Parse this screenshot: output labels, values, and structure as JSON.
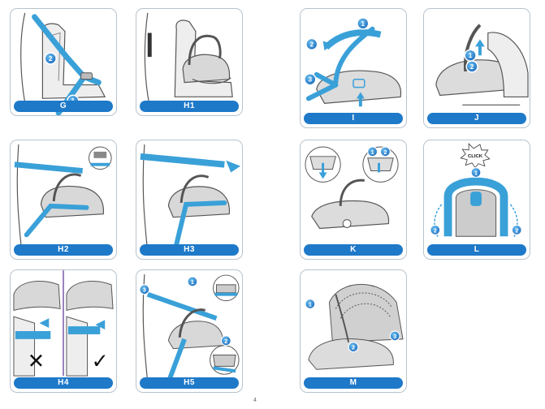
{
  "panels": [
    {
      "id": "G",
      "caption": "G",
      "step_numbers": [
        "1",
        "2"
      ]
    },
    {
      "id": "H1",
      "caption": "H1",
      "step_numbers": []
    },
    {
      "id": "I",
      "caption": "I",
      "step_numbers": [
        "1",
        "2",
        "3"
      ]
    },
    {
      "id": "J",
      "caption": "J",
      "step_numbers": [
        "1",
        "2"
      ]
    },
    {
      "id": "H2",
      "caption": "H2",
      "step_numbers": []
    },
    {
      "id": "H3",
      "caption": "H3",
      "step_numbers": []
    },
    {
      "id": "K",
      "caption": "K",
      "step_numbers": [
        "1",
        "2"
      ]
    },
    {
      "id": "L",
      "caption": "L",
      "step_numbers": [
        "1",
        "2",
        "2"
      ],
      "burst_text": "CLICK"
    },
    {
      "id": "H4",
      "caption": "H4",
      "step_numbers": [],
      "marks": [
        "✕",
        "✓"
      ]
    },
    {
      "id": "H5",
      "caption": "H5",
      "step_numbers": [
        "1",
        "2",
        "3"
      ]
    },
    {
      "id": "M",
      "caption": "M",
      "step_numbers": [
        "1",
        "2",
        "3"
      ]
    }
  ],
  "page_number": "4",
  "colors": {
    "accent": "#1e79c9",
    "belt": "#3aa0d8",
    "line": "#555555",
    "seat_gray": "#cfcfcf"
  }
}
